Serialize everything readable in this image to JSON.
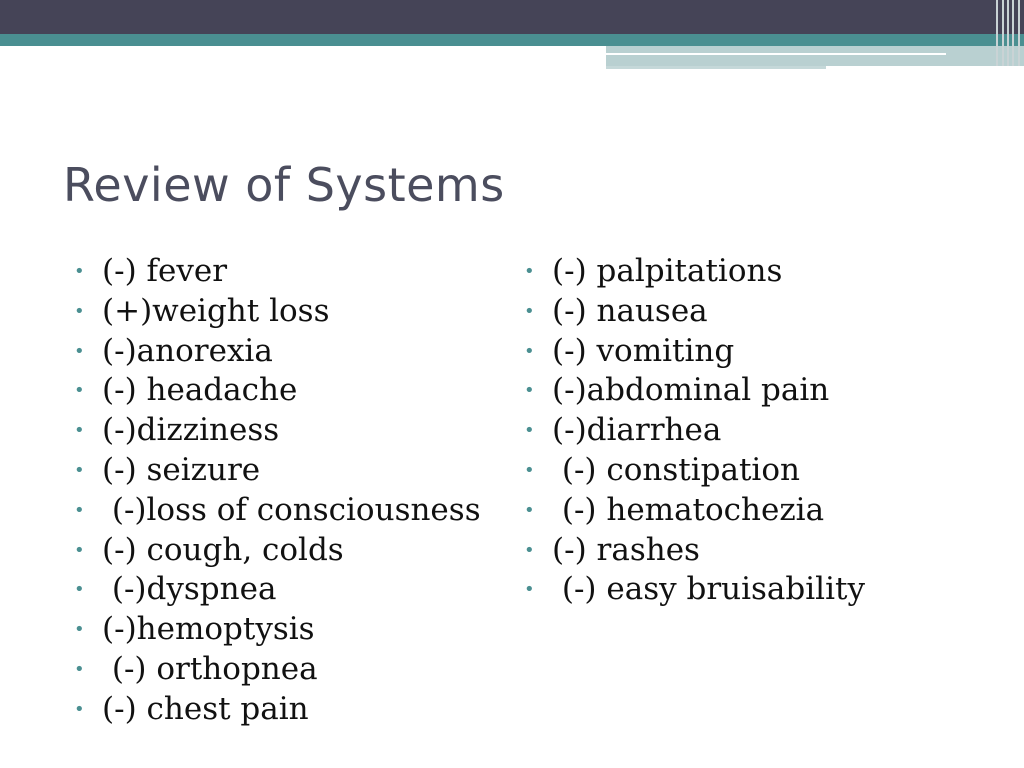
{
  "slide": {
    "title": "Review of Systems",
    "colors": {
      "header_band": "#454457",
      "accent_teal": "#4a8f91",
      "title_text": "#4b4d5e",
      "body_text": "#111111"
    },
    "bullet_glyph": "•",
    "left_column": [
      "(-) fever",
      "(+)weight loss",
      "(-)anorexia",
      "(-) headache",
      "(-)dizziness",
      "(-) seizure",
      " (-)loss of consciousness",
      "(-) cough, colds",
      " (-)dyspnea",
      "(-)hemoptysis",
      " (-) orthopnea",
      "(-) chest pain"
    ],
    "right_column": [
      "(-) palpitations",
      "(-) nausea",
      "(-) vomiting",
      "(-)abdominal pain",
      "(-)diarrhea",
      " (-) constipation",
      " (-) hematochezia",
      "(-) rashes",
      " (-) easy bruisability"
    ]
  }
}
